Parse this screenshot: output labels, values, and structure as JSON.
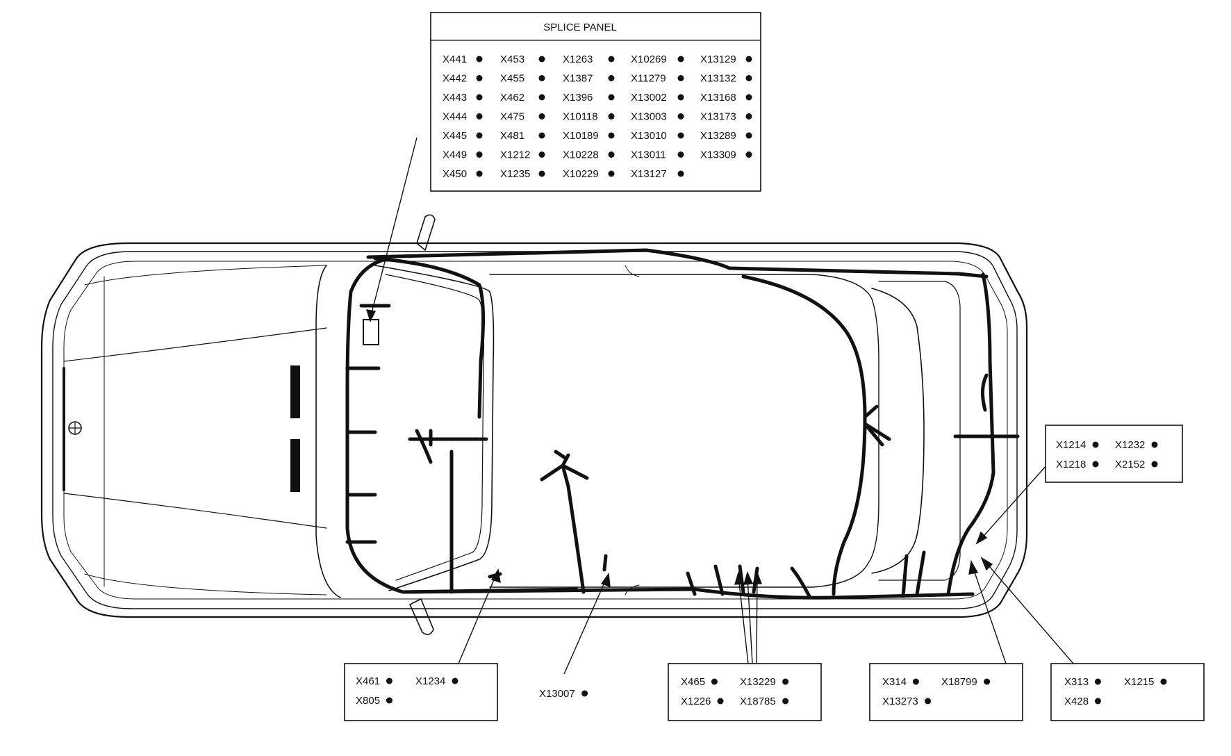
{
  "splice_panel": {
    "title": "SPLICE PANEL",
    "columns": [
      [
        "X441",
        "X442",
        "X443",
        "X444",
        "X445",
        "X449",
        "X450"
      ],
      [
        "X453",
        "X455",
        "X462",
        "X475",
        "X481",
        "X1212",
        "X1235"
      ],
      [
        "X1263",
        "X1387",
        "X1396",
        "X10118",
        "X10189",
        "X10228",
        "X10229"
      ],
      [
        "X10269",
        "X11279",
        "X13002",
        "X13003",
        "X13010",
        "X13011",
        "X13127"
      ],
      [
        "X13129",
        "X13132",
        "X13168",
        "X13173",
        "X13289",
        "X13309"
      ]
    ]
  },
  "callouts": [
    {
      "id": "right-upper",
      "rows": [
        [
          "X1214",
          "X1232"
        ],
        [
          "X1218",
          "X2152"
        ]
      ]
    },
    {
      "id": "front-left",
      "rows": [
        [
          "X461",
          "X1234"
        ],
        [
          "X805"
        ]
      ]
    },
    {
      "id": "left-mid",
      "rows": [
        [
          "X13007"
        ]
      ]
    },
    {
      "id": "center",
      "rows": [
        [
          "X465",
          "X13229"
        ],
        [
          "X1226",
          "X18785"
        ]
      ]
    },
    {
      "id": "rear-a",
      "rows": [
        [
          "X314",
          "X18799"
        ],
        [
          "X13273"
        ]
      ]
    },
    {
      "id": "rear-b",
      "rows": [
        [
          "X313",
          "X1215"
        ],
        [
          "X428"
        ]
      ]
    }
  ]
}
